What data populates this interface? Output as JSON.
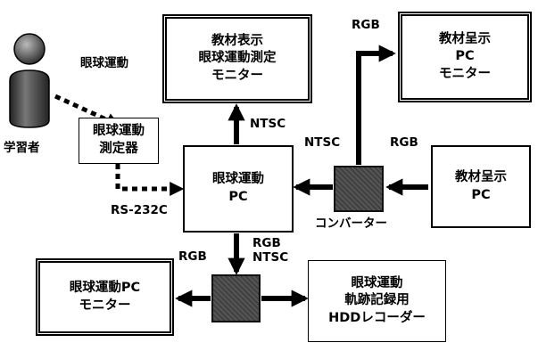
{
  "learner": {
    "label": "学習者"
  },
  "eye_movement_label": "眼球運動",
  "eye_tracker": {
    "line1": "眼球運動",
    "line2": "測定器"
  },
  "display_monitor": {
    "line1": "教材表示",
    "line2": "眼球運動測定",
    "line3": "モニター"
  },
  "presentation_monitor": {
    "line1": "教材呈示",
    "line2": "PC",
    "line3": "モニター"
  },
  "eye_pc": {
    "line1": "眼球運動",
    "line2": "PC"
  },
  "presentation_pc": {
    "line1": "教材呈示",
    "line2": "PC"
  },
  "converter": {
    "label": "コンバーター"
  },
  "eye_pc_monitor": {
    "line1": "眼球運動PC",
    "line2": "モニター"
  },
  "hdd_recorder": {
    "line1": "眼球運動",
    "line2": "軌跡記録用",
    "line3": "HDDレコーダー"
  },
  "signals": {
    "rgb_top": "RGB",
    "ntsc_up": "NTSC",
    "ntsc_converter": "NTSC",
    "rgb_right": "RGB",
    "rs232c": "RS-232C",
    "rgb_left": "RGB",
    "rgb_down": "RGB",
    "ntsc_down": "NTSC"
  }
}
